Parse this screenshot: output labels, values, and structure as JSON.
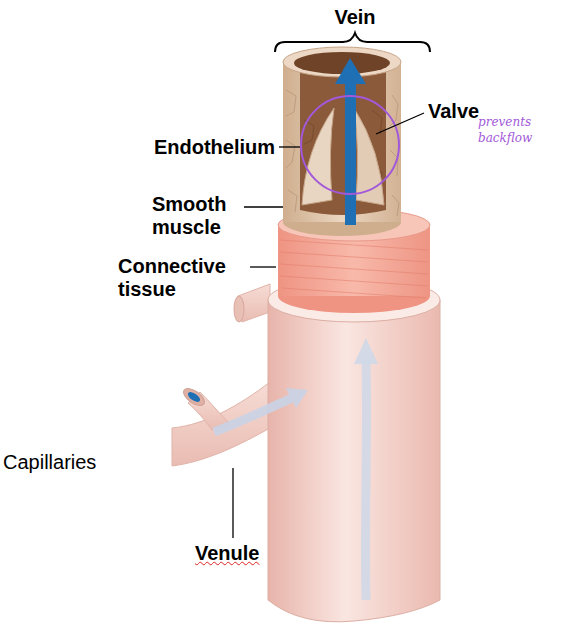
{
  "diagram": {
    "labels": [
      "Vein",
      "Valve",
      "prevents backflow",
      "Endothelium",
      "Smooth muscle",
      "Connective tissue",
      "Capillaries",
      "Venule"
    ]
  }
}
